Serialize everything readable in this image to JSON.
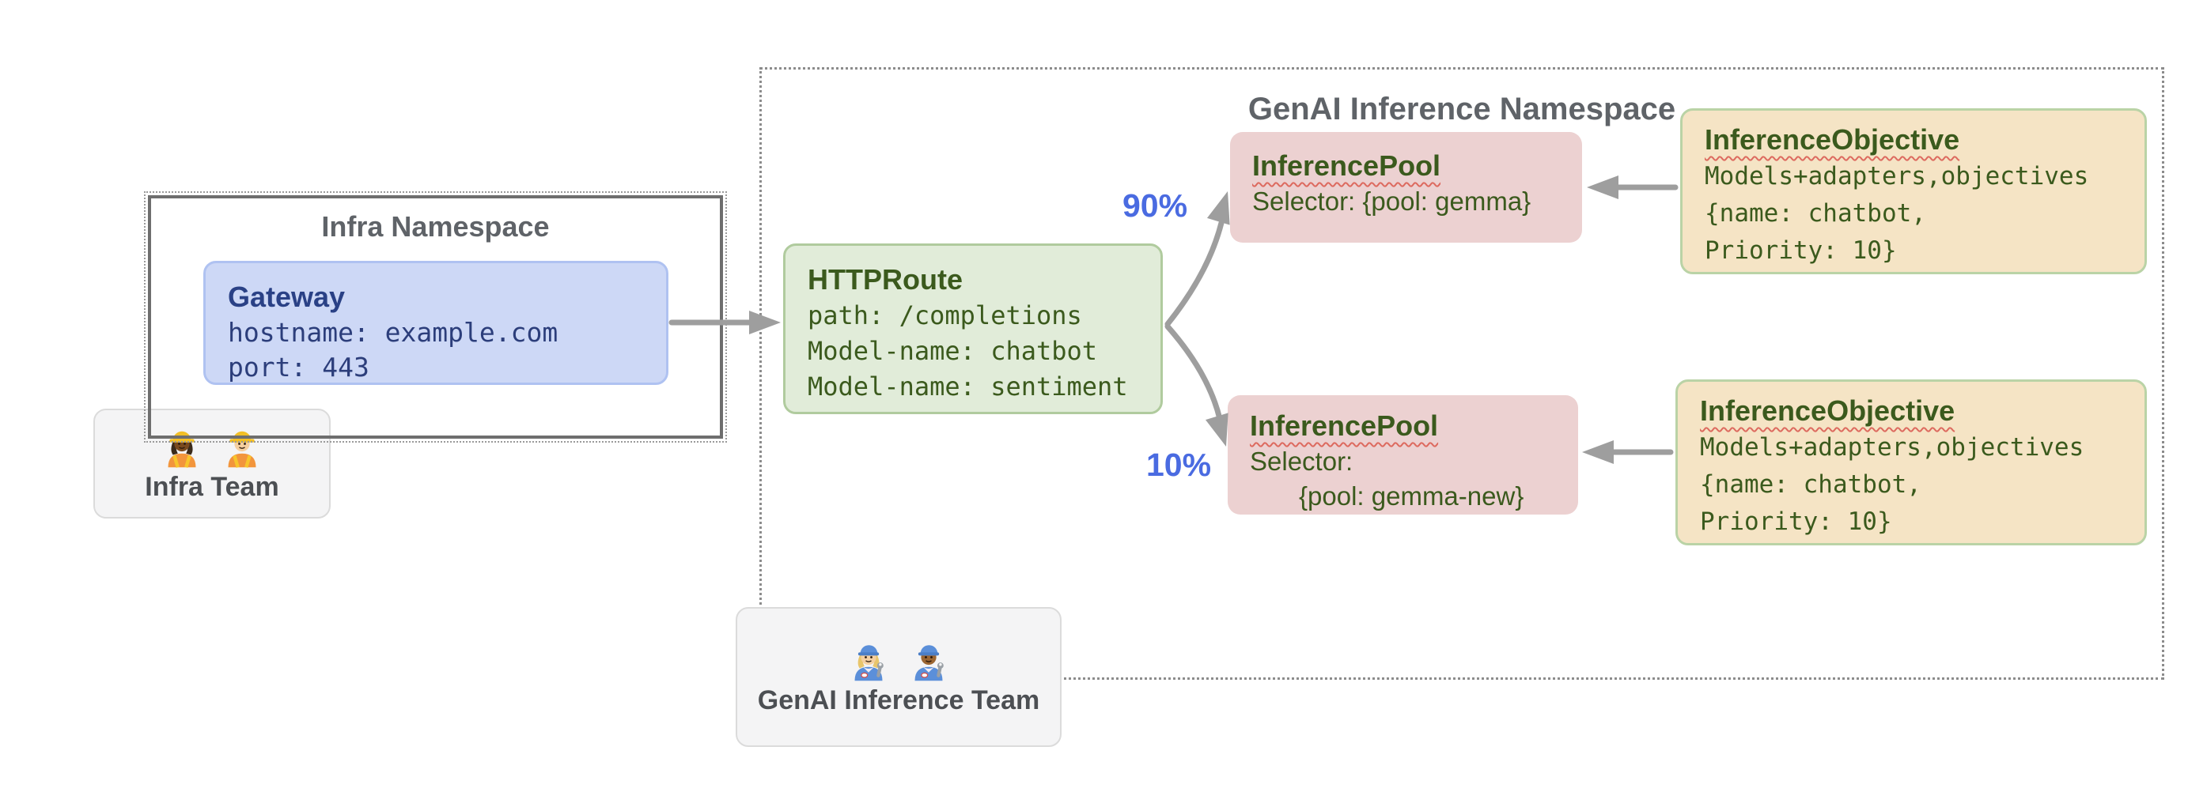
{
  "genai_namespace": {
    "title": "GenAI Inference Namespace",
    "httproute": {
      "title": "HTTPRoute",
      "lines": [
        "path: /completions",
        "Model-name: chatbot",
        "Model-name: sentiment"
      ]
    },
    "inference_pool_top": {
      "title": "InferencePool",
      "lines": [
        "Selector: {pool: gemma}"
      ]
    },
    "inference_pool_bottom": {
      "title": "InferencePool",
      "lines": [
        "Selector:",
        "{pool: gemma-new}"
      ]
    },
    "inference_objective_top": {
      "title": "InferenceObjective",
      "lines": [
        "Models+adapters,objectives",
        "{name: chatbot,",
        "Priority: 10}"
      ]
    },
    "inference_objective_bottom": {
      "title": "InferenceObjective",
      "lines": [
        "Models+adapters,objectives",
        "{name: chatbot,",
        "Priority: 10}"
      ]
    },
    "traffic_split": {
      "top_label": "90%",
      "bottom_label": "10%"
    }
  },
  "infra_namespace": {
    "title": "Infra Namespace",
    "gateway": {
      "title": "Gateway",
      "lines": [
        "hostname: example.com",
        "port: 443"
      ]
    }
  },
  "teams": {
    "infra": {
      "label": "Infra Team",
      "icons": [
        "woman-construction-worker-dark-skin-icon",
        "man-construction-worker-light-skin-icon"
      ]
    },
    "genai": {
      "label": "GenAI Inference Team",
      "icons": [
        "woman-mechanic-light-skin-icon",
        "man-mechanic-medium-skin-icon"
      ]
    }
  },
  "colors": {
    "gateway_fill": "#cdd8f6",
    "httproute_fill": "#e1ecd9",
    "inference_pool_fill": "#ecd1d1",
    "inference_objective_fill": "#f5e4c5",
    "team_fill": "#f4f4f5",
    "arrow_gray": "#9e9e9e",
    "traffic_label_blue": "#4a6be1",
    "namespace_title_gray": "#5f6368",
    "green_text": "#3b5a1d",
    "blue_text": "#2a4186",
    "spellcheck_squiggle": "#dd6a5f"
  }
}
